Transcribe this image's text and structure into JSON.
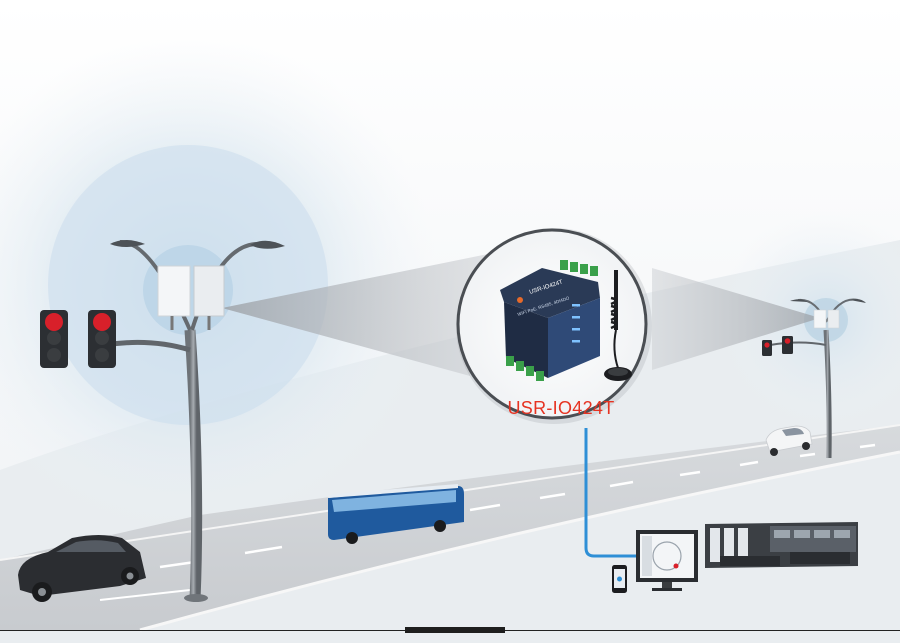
{
  "product": {
    "name": "USR-IO424T",
    "device_brand": "USR-IO424T",
    "device_text": "WIFI PoE, RS485, 4DI4DO"
  },
  "colors": {
    "label_red": "#e63322",
    "cable_blue": "#2e8fd6",
    "device_navy": "#1f2c44",
    "terminal_green": "#3aa04a"
  }
}
